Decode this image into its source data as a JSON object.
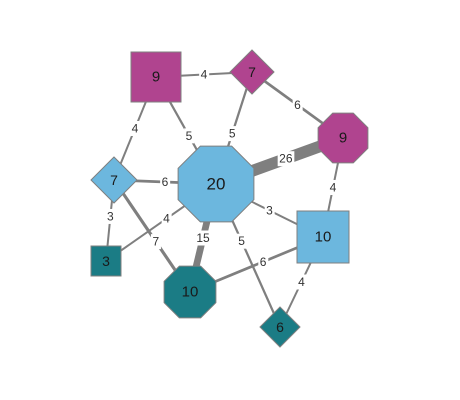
{
  "palette": {
    "magenta": "#b0448f",
    "sky": "#6cb7de",
    "teal": "#1b7c85",
    "edge": "#7f7f7f"
  },
  "nodes": [
    {
      "id": "n_sq9",
      "label": "9",
      "shape": "square",
      "color": "magenta"
    },
    {
      "id": "n_dia7a",
      "label": "7",
      "shape": "diamond",
      "color": "magenta"
    },
    {
      "id": "n_oct9",
      "label": "9",
      "shape": "octagon",
      "color": "magenta"
    },
    {
      "id": "n_dia7b",
      "label": "7",
      "shape": "diamond",
      "color": "sky"
    },
    {
      "id": "n_oct20",
      "label": "20",
      "shape": "octagon",
      "color": "sky"
    },
    {
      "id": "n_sq10",
      "label": "10",
      "shape": "square",
      "color": "sky"
    },
    {
      "id": "n_sq3",
      "label": "3",
      "shape": "square",
      "color": "teal"
    },
    {
      "id": "n_oct10",
      "label": "10",
      "shape": "octagon",
      "color": "teal"
    },
    {
      "id": "n_dia6",
      "label": "6",
      "shape": "diamond",
      "color": "teal"
    }
  ],
  "edges": [
    {
      "source": "n_sq9",
      "target": "n_dia7a",
      "weight": "4"
    },
    {
      "source": "n_sq9",
      "target": "n_dia7b",
      "weight": "4"
    },
    {
      "source": "n_sq9",
      "target": "n_oct20",
      "weight": "5"
    },
    {
      "source": "n_dia7a",
      "target": "n_oct20",
      "weight": "5"
    },
    {
      "source": "n_dia7a",
      "target": "n_oct9",
      "weight": "6"
    },
    {
      "source": "n_oct9",
      "target": "n_oct20",
      "weight": "26"
    },
    {
      "source": "n_oct9",
      "target": "n_sq10",
      "weight": "4"
    },
    {
      "source": "n_dia7b",
      "target": "n_oct20",
      "weight": "6"
    },
    {
      "source": "n_dia7b",
      "target": "n_sq3",
      "weight": "3"
    },
    {
      "source": "n_dia7b",
      "target": "n_oct10",
      "weight": "7"
    },
    {
      "source": "n_sq3",
      "target": "n_oct20",
      "weight": "4"
    },
    {
      "source": "n_oct20",
      "target": "n_oct10",
      "weight": "15"
    },
    {
      "source": "n_oct20",
      "target": "n_sq10",
      "weight": "3"
    },
    {
      "source": "n_oct20",
      "target": "n_dia6",
      "weight": "5"
    },
    {
      "source": "n_oct10",
      "target": "n_sq10",
      "weight": "6"
    },
    {
      "source": "n_sq10",
      "target": "n_dia6",
      "weight": "4"
    }
  ]
}
